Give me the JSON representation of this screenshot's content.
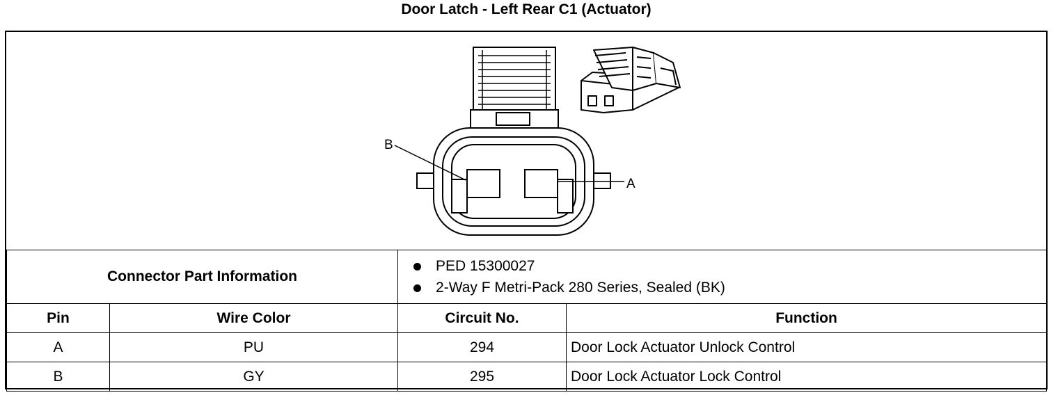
{
  "title": "Door Latch - Left Rear C1 (Actuator)",
  "diagram": {
    "callout_a": "A",
    "callout_b": "B"
  },
  "connector_info": {
    "label": "Connector Part Information",
    "items": [
      "PED 15300027",
      "2-Way F Metri-Pack 280 Series, Sealed (BK)"
    ]
  },
  "table": {
    "headers": [
      "Pin",
      "Wire Color",
      "Circuit No.",
      "Function"
    ],
    "rows": [
      {
        "pin": "A",
        "color": "PU",
        "circuit": "294",
        "function": "Door Lock Actuator Unlock Control"
      },
      {
        "pin": "B",
        "color": "GY",
        "circuit": "295",
        "function": "Door Lock Actuator Lock Control"
      }
    ]
  }
}
